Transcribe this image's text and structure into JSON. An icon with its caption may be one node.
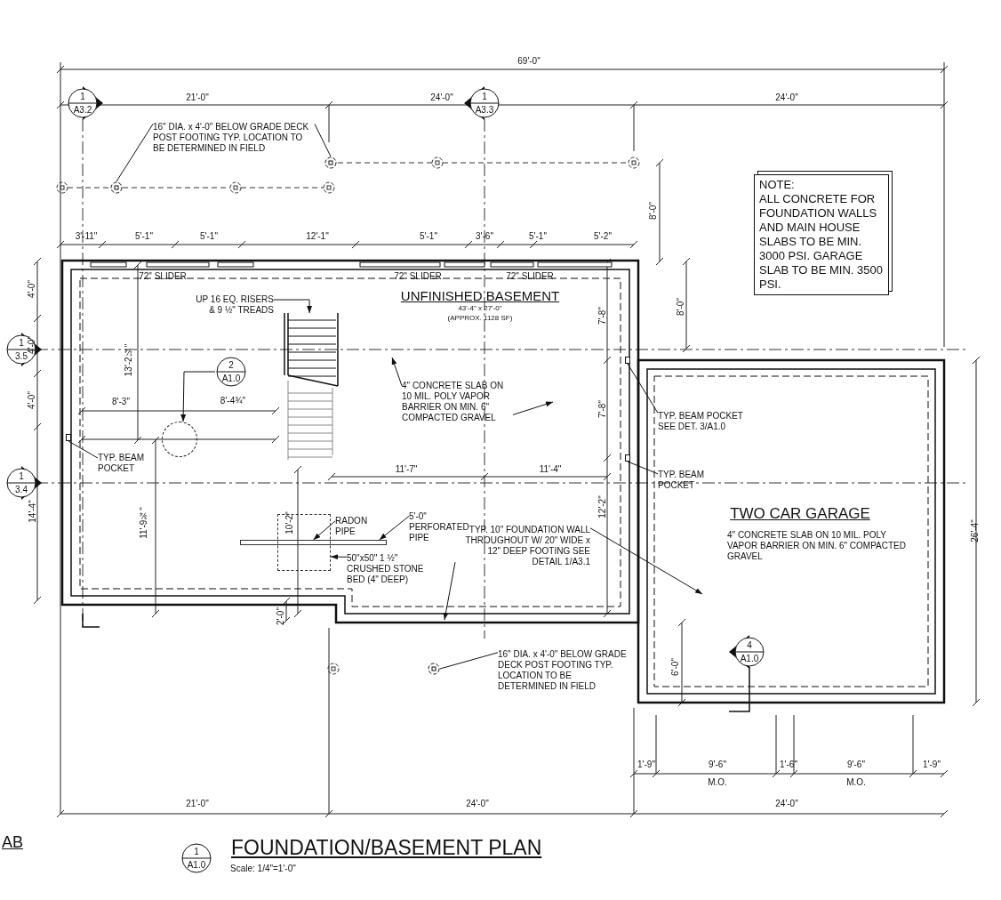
{
  "diagram": {
    "title": "FOUNDATION/BASEMENT PLAN",
    "nodes": [
      {
        "text": [
          "16\" DIA. x 4'-0\" BELOW GRADE DECK POST FOOTING TYP. LOCATION TO BE DETERMINED IN FIELD"
        ]
      },
      {
        "text": [],
        "shape": "circle"
      },
      {
        "text": [],
        "shape": "circle"
      },
      {
        "text": [
          "1",
          "A3.2"
        ]
      },
      {
        "text": [
          "1",
          "A3.3"
        ]
      },
      {
        "text": [
          "1",
          "3.5"
        ]
      },
      {
        "text": [
          "1",
          "3.4"
        ]
      },
      {
        "text": [
          "UNFINISHED BASEMENT",
          "43'-4\" x 27'-0\"",
          "(APPROX. 1128 SF)"
        ]
      },
      {
        "text": [],
        "shape": "box",
        "in": 7
      },
      {
        "text": [
          "UP 16 EQ. RISERS & 9 ½\" TREADS"
        ],
        "in": 7
      },
      {
        "text": [
          "2",
          "A1.0"
        ],
        "in": 7
      },
      {
        "text": [],
        "shape": "circle",
        "in": 7
      },
      {
        "text": [
          "4\" CONCRETE SLAB ON 10 MIL. POLY VAPOR BARRIER ON MIN. 6\" COMPACTED GRAVEL"
        ],
        "in": 7
      },
      {
        "text": [],
        "shape": "box",
        "in": 7
      },
      {
        "text": [
          "TYP. BEAM POCKET"
        ],
        "in": 7
      },
      {
        "text": [
          "RADON PIPE"
        ],
        "in": 7
      },
      {
        "text": [
          "5'-0\" PERFORATED PIPE"
        ],
        "in": 7
      },
      {
        "text": [
          "50\"x50\" 1 ½\" CRUSHED STONE BED (4\" DEEP)"
        ],
        "in": 7
      },
      {
        "text": [
          "TYP. 10\" FOUNDATION WALL THROUGHOUT W/ 20\" WIDE x 12\" DEEP FOOTING SEE DETAIL 1/A3.1"
        ],
        "in": 7
      },
      {
        "text": [],
        "shape": "box",
        "in": 7
      },
      {
        "text": [],
        "shape": "box",
        "in": 7
      },
      {
        "text": [
          "TWO CAR GARAGE",
          "4\" CONCRETE SLAB ON 10 MIL. POLY VAPOR BARRIER ON MIN. 6\" COMPACTED GRAVEL"
        ]
      },
      {
        "text": [
          "TYP. BEAM POCKET SEE DET. 3/A1.0"
        ],
        "in": 21
      },
      {
        "text": [
          "TYP. BEAM POCKET"
        ],
        "in": 21
      },
      {
        "text": [
          "4",
          "A1.0"
        ],
        "in": 21
      },
      {
        "text": [
          "NOTE:",
          "ALL CONCRETE FOR FOUNDATION WALLS AND MAIN HOUSE SLABS TO BE MIN. 3000 PSI. GARAGE SLAB TO BE MIN. 3500 PSI."
        ]
      },
      {
        "text": [],
        "shape": "circle"
      },
      {
        "text": [
          "16\" DIA. x 4'-0\" BELOW GRADE DECK POST FOOTING TYP. LOCATION TO BE DETERMINED IN FIELD"
        ]
      },
      {
        "text": [
          "1",
          "A1.0"
        ]
      },
      {
        "text": [],
        "shape": "bar",
        "in": 7
      },
      {
        "text": [],
        "shape": "box",
        "in": 7
      }
    ],
    "edges": [
      {
        "from": 0,
        "to": 1,
        "arrow": "none"
      },
      {
        "from": 0,
        "to": 2,
        "arrow": "none"
      },
      {
        "from": 9,
        "to": 8,
        "arrow": "to"
      },
      {
        "from": 10,
        "to": 11,
        "arrow": "to"
      },
      {
        "from": 12,
        "to": null,
        "arrow": "to"
      },
      {
        "from": 12,
        "to": null,
        "arrow": "to"
      },
      {
        "from": 14,
        "to": 13,
        "arrow": "none"
      },
      {
        "from": 15,
        "to": 29,
        "arrow": "to"
      },
      {
        "from": 16,
        "to": 29,
        "arrow": "to"
      },
      {
        "from": 17,
        "to": 30,
        "arrow": "to"
      },
      {
        "from": 18,
        "to": null,
        "arrow": "to"
      },
      {
        "from": 18,
        "to": null,
        "arrow": "to"
      },
      {
        "from": 22,
        "to": 19,
        "arrow": "none"
      },
      {
        "from": 23,
        "to": 20,
        "arrow": "none"
      },
      {
        "from": 27,
        "to": 26,
        "arrow": "none"
      }
    ],
    "labels": [
      "69'-0\"",
      "21'-0\"",
      "24'-0\"",
      "24'-0\"",
      "8'-0\"",
      "3'-11\"",
      "5'-1\"",
      "5'-1\"",
      "12'-1\"",
      "5'-1\"",
      "3'-6\"",
      "5'-1\"",
      "5'-2\"",
      "72\" SLIDER",
      "72\" SLIDER",
      "72\" SLIDER",
      "4'-0\"",
      "7'-8\"",
      "8'-0\"",
      "4'-0\"",
      "13'-2¼\"",
      "4'-0\"",
      "8'-3\"",
      "8'-4¾\"",
      "7'-8\"",
      "11'-7\"",
      "11'-4\"",
      "14'-4\"",
      "11'-9¾\"",
      "10'-2\"",
      "12'-2\"",
      "26'-4\"",
      "2'-0\"",
      "6'-0\"",
      "1'-9\"",
      "9'-6\"",
      "1'-6\"",
      "9'-6\"",
      "1'-9\"",
      "M.O.",
      "M.O.",
      "21'-0\"",
      "24'-0\"",
      "24'-0\"",
      "AB",
      "Scale: 1/4\"=1'-0\""
    ]
  }
}
